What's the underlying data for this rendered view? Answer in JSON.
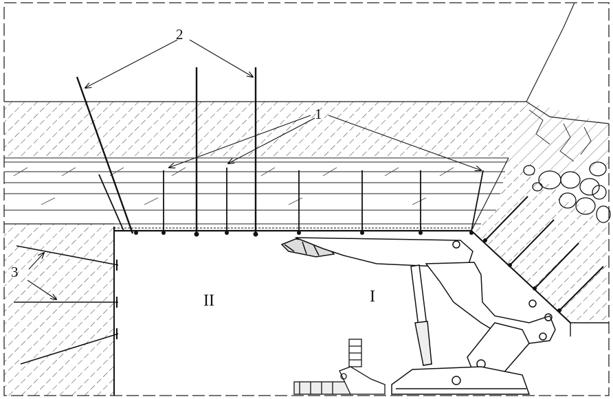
{
  "labels": {
    "anchor_cable": "2",
    "roof_bolt": "1",
    "rib_bolt": "3",
    "zone_two": "II",
    "zone_one": "I"
  }
}
